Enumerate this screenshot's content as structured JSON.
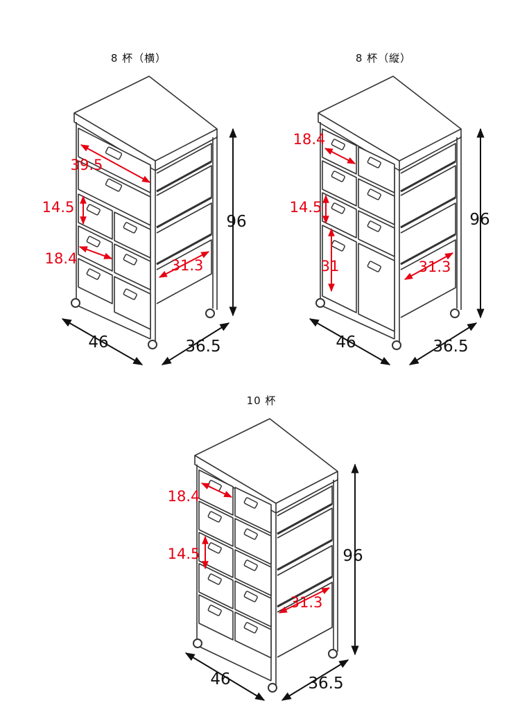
{
  "colors": {
    "line": "#333333",
    "red": "#e60012",
    "black": "#111111"
  },
  "icons": {
    "caster": "caster-wheel-icon",
    "handle": "drawer-handle-icon"
  },
  "models": [
    {
      "title": "8 杯（横）",
      "height": "96",
      "width": "46",
      "depth": "36.5",
      "labels": {
        "wide": "39.5",
        "drawer_h": "14.5",
        "drawer_w": "18.4",
        "inner_d": "31.3"
      }
    },
    {
      "title": "8 杯（縦）",
      "height": "96",
      "width": "46",
      "depth": "36.5",
      "labels": {
        "drawer_w": "18.4",
        "drawer_h": "14.5",
        "tall_h": "31",
        "inner_d": "31.3"
      }
    },
    {
      "title": "10 杯",
      "height": "96",
      "width": "46",
      "depth": "36.5",
      "labels": {
        "drawer_w": "18.4",
        "drawer_h": "14.5",
        "inner_d": "31.3"
      }
    }
  ]
}
